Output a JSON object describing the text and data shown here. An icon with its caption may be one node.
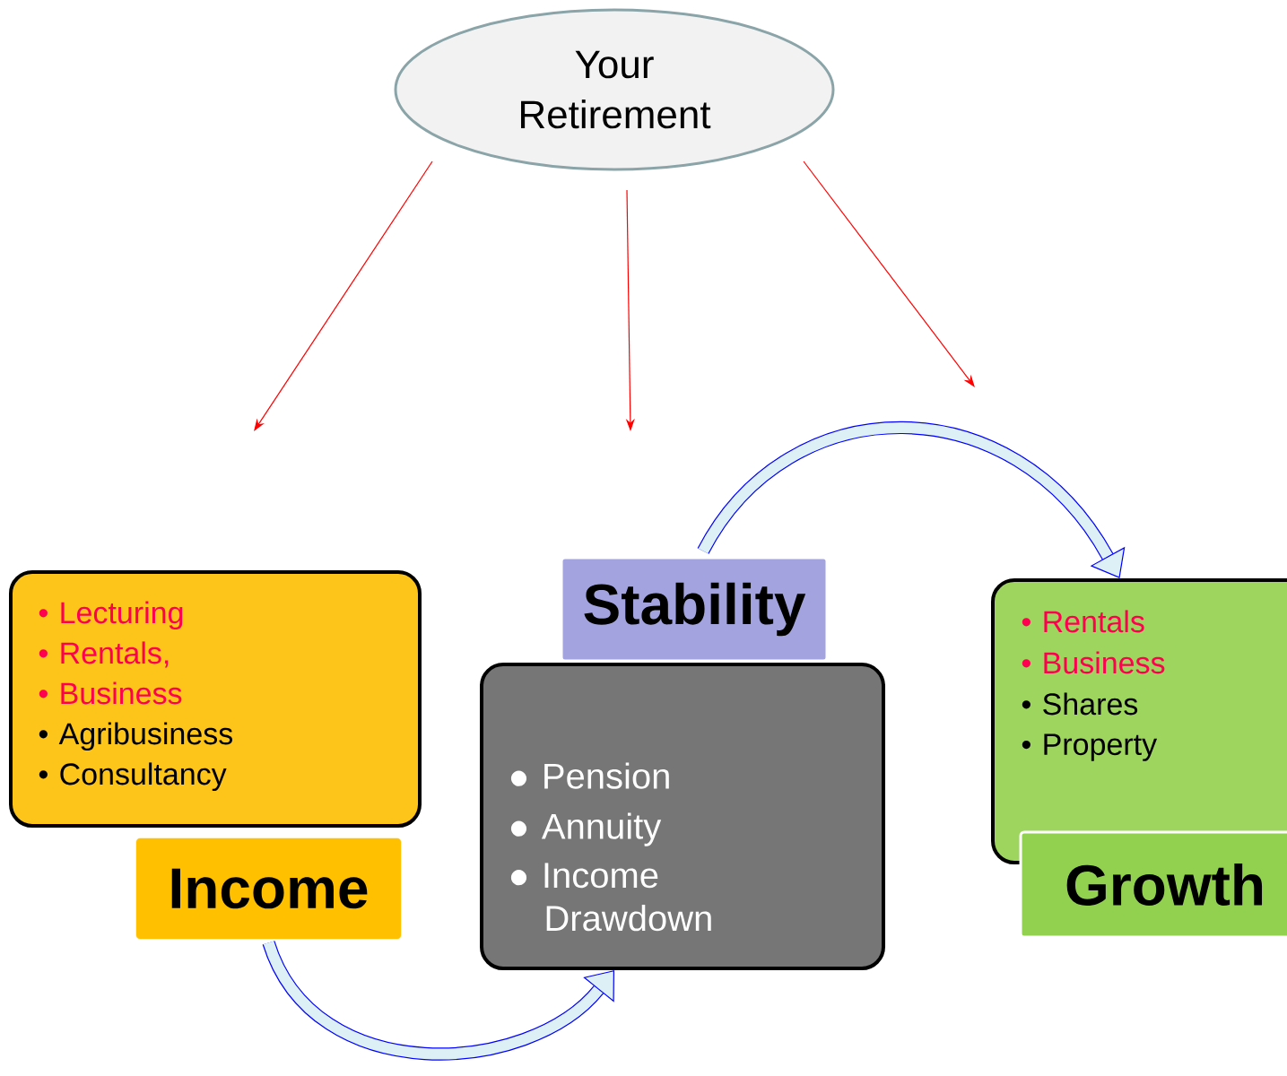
{
  "diagram": {
    "nodes": [
      {
        "text": [
          "Your Retirement"
        ]
      },
      {
        "text": [
          "• Lecturing",
          "• Rentals,",
          "• Business",
          "• Agribusiness",
          "• Consultancy"
        ]
      },
      {
        "text": [
          "Income"
        ]
      },
      {
        "text": [
          "Stability"
        ]
      },
      {
        "text": [
          "● Pension",
          "● Annuity",
          "● Income Drawdown"
        ]
      },
      {
        "text": [
          "• Rentals",
          "• Business",
          "• Shares",
          "• Property"
        ]
      },
      {
        "text": [
          "Growth"
        ]
      }
    ],
    "edges": [
      {
        "from": 0,
        "to": null,
        "arrow": "to",
        "color": "#ff0000"
      },
      {
        "from": 0,
        "to": null,
        "arrow": "to",
        "color": "#ff0000"
      },
      {
        "from": 0,
        "to": null,
        "arrow": "to",
        "color": "#ff0000"
      },
      {
        "from": 2,
        "to": 4,
        "arrow": "to",
        "style": "thick",
        "color": "#0000ff"
      },
      {
        "from": 3,
        "to": 5,
        "arrow": "to",
        "style": "thick",
        "color": "#0000ff"
      }
    ]
  }
}
